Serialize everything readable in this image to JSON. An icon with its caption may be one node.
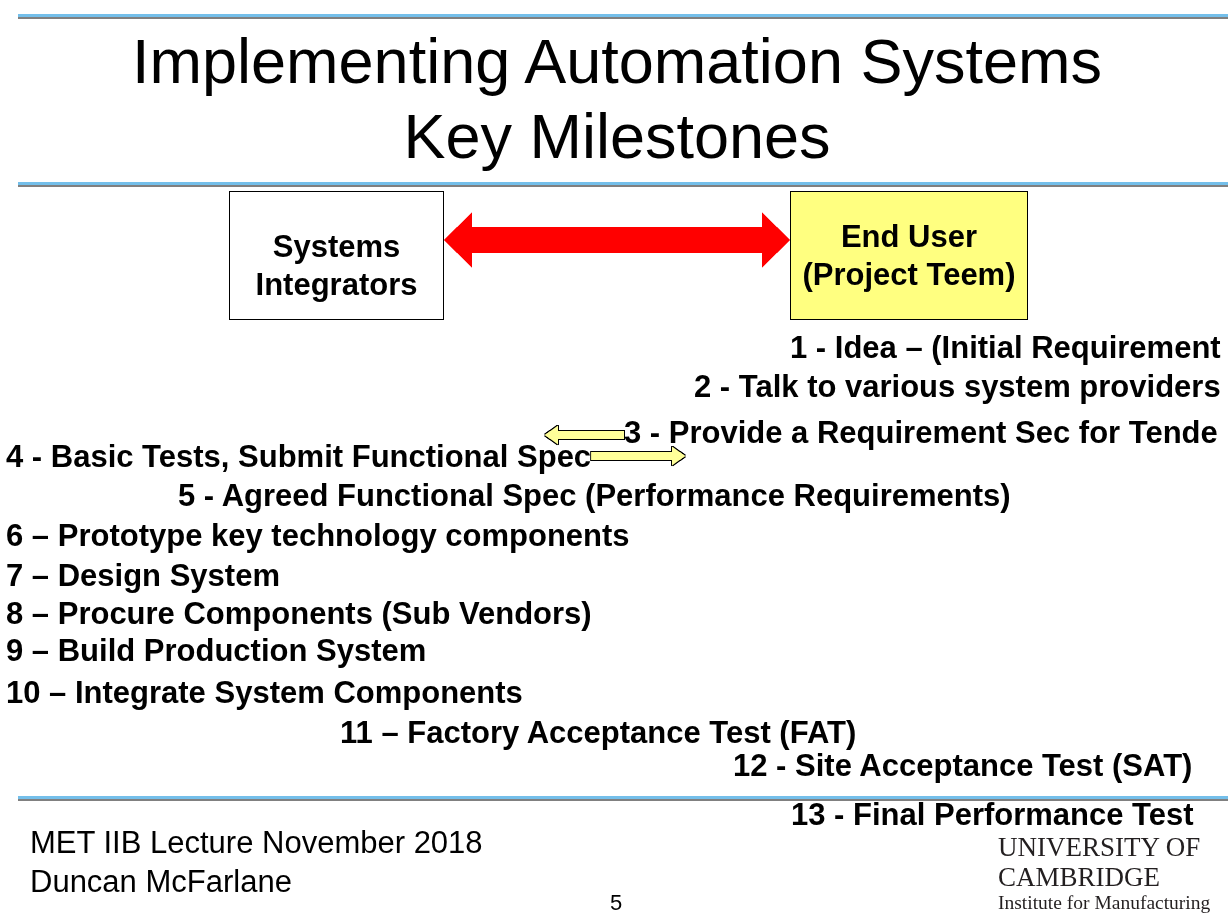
{
  "diagram": {
    "title": "Implementing Automation Systems Key Milestones",
    "nodes": [
      {
        "text": [
          "Systems Integrators"
        ]
      },
      {
        "text": [
          "End User (Project Teem)"
        ]
      },
      {
        "text": [
          "3 - Provide a Requirement Sec for Tende"
        ]
      },
      {
        "text": [
          "4 - Basic Tests, Submit Functional Spec"
        ]
      }
    ],
    "edges": [
      {
        "from": 0,
        "to": 1,
        "arrow": "both",
        "style": "thick",
        "color": "#ff0000"
      },
      {
        "from": 2,
        "to": 3,
        "arrow": "to",
        "color": "#ffff99"
      },
      {
        "from": 3,
        "to": 2,
        "arrow": "to",
        "color": "#ffff99"
      }
    ],
    "labels": [
      "1 - Idea – (Initial Requirement",
      "2 - Talk to various system providers",
      "5 - Agreed Functional Spec (Performance Requirements)",
      "6 – Prototype key technology components",
      "7 – Design System",
      "8 – Procure Components (Sub Vendors)",
      "9 – Build Production System",
      "10 – Integrate System Components",
      "11 – Factory Acceptance Test (FAT)",
      "12 - Site Acceptance Test (SAT)",
      "13 - Final Performance Test",
      "MET IIB Lecture November 2018",
      "UNIVERSITY OF CAMBRIDGE",
      "Duncan McFarlane",
      "Institute for Manufacturing",
      "5"
    ]
  }
}
